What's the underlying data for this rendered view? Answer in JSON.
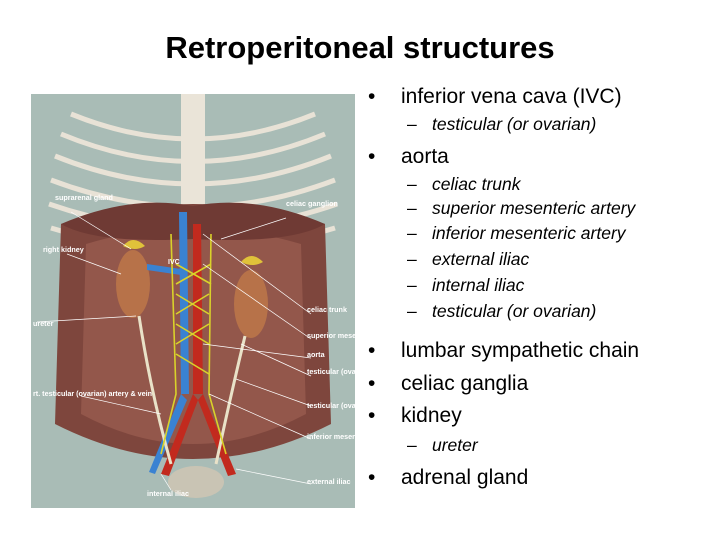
{
  "slide": {
    "title": "Retroperitoneal structures"
  },
  "figure": {
    "labels": {
      "suprarenal_gland": "suprarenal gland",
      "celiac_ganglion": "celiac ganglion",
      "right_kidney": "right kidney",
      "ivc": "IVC",
      "ureter": "ureter",
      "celiac_trunk": "celiac trunk",
      "superior_mesenteric": "superior mesenteric",
      "aorta": "aorta",
      "testicular_vein": "testicular (ovarian) vein",
      "rt_testicular": "rt. testicular (ovarian) artery & vein",
      "testicular_artery": "testicular (ovarian) artery",
      "inferior_mesenteric": "inferior mesenteric",
      "external_iliac": "external iliac",
      "internal_iliac": "internal iliac"
    }
  },
  "bullets": [
    {
      "text": "inferior vena cava (IVC)",
      "sub": [
        "testicular (or ovarian)"
      ]
    },
    {
      "text": "aorta",
      "sub": [
        "celiac trunk",
        "superior mesenteric artery",
        "inferior mesenteric artery",
        "external iliac",
        "internal iliac",
        "testicular (or ovarian)"
      ]
    },
    {
      "text": "lumbar sympathetic chain",
      "sub": []
    },
    {
      "text": "celiac ganglia",
      "sub": []
    },
    {
      "text": "kidney",
      "sub": [
        "ureter"
      ]
    },
    {
      "text": "adrenal gland",
      "sub": []
    }
  ],
  "colors": {
    "artery": "#c0281e",
    "vein": "#2f7fd0",
    "nerve": "#d9d92a",
    "kidney": "#b5704a",
    "muscle": "#7a3d35",
    "background": "#9fb7b0"
  }
}
